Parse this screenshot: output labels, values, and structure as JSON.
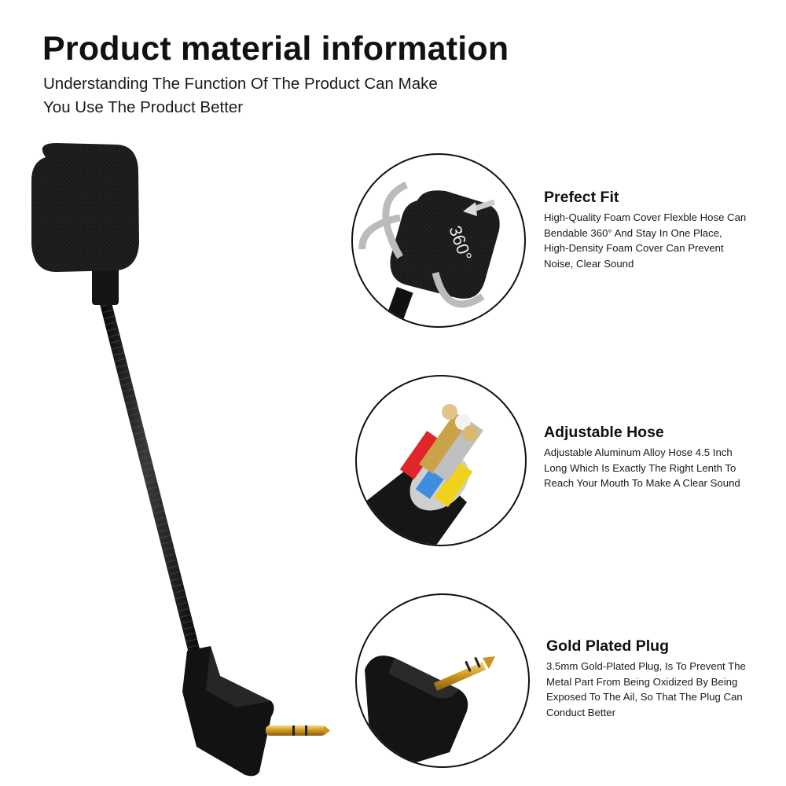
{
  "header": {
    "title": "Product material information",
    "subtitle_line1": "Understanding The Function Of The Product Can Make",
    "subtitle_line2": "You Use The Product Better"
  },
  "features": [
    {
      "title": "Prefect Fit",
      "lines": [
        "High-Quality Foam Cover Flexble Hose Can",
        "Bendable 360° And Stay In One Place,",
        "High-Density Foam Cover Can Prevent",
        "Noise, Clear Sound"
      ],
      "image_label": "360°"
    },
    {
      "title": "Adjustable Hose",
      "lines": [
        "Adjustable Aluminum Alloy Hose 4.5 Inch",
        "Long Which Is Exactly The Right Lenth To",
        "Reach Your Mouth To Make A Clear Sound"
      ]
    },
    {
      "title": "Gold Plated Plug",
      "lines": [
        "3.5mm Gold-Plated Plug, Is To Prevent The",
        "Metal Part From Being Oxidized By Being",
        "Exposed To The Ail, So That The Plug Can",
        "Conduct Better"
      ]
    }
  ],
  "colors": {
    "foam": "#1c1c1c",
    "gold": "#d9a62a",
    "wire_red": "#e0262a",
    "wire_blue": "#3d8ede",
    "wire_yellow": "#f0d21c"
  }
}
